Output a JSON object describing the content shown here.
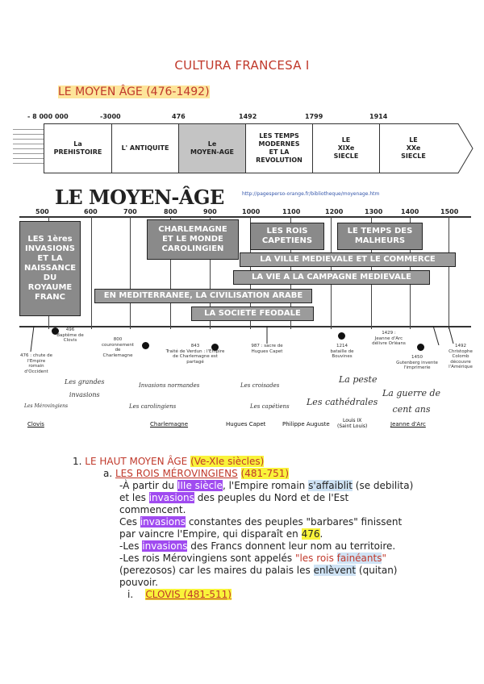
{
  "title": "CULTURA FRANCESA I",
  "subtitle": "LE MOYEN ÂGE (476-1492)",
  "timeline1": {
    "years": [
      "- 8 000 000",
      "-3000",
      "476",
      "1492",
      "1799",
      "1914"
    ],
    "periods": [
      "La\nPREHISTOIRE",
      "L' ANTIQUITE",
      "Le\nMOYEN-AGE",
      "LES TEMPS\nMODERNES\nET LA\nREVOLUTION",
      "LE\nXIXe\nSIECLE",
      "LE\nXXe\nSIECLE"
    ]
  },
  "moyen_age": {
    "heading": "LE MOYEN-ÂGE",
    "url": "http://pagesperso-orange.fr/bibliotheque/moyenage.htm",
    "years": [
      "500",
      "600",
      "700",
      "800",
      "900",
      "1000",
      "1100",
      "1200",
      "1300",
      "1400",
      "1500"
    ],
    "events": {
      "invasions": "LES 1ères\nINVASIONS\nET LA\nNAISSANCE\nDU\nROYAUME\nFRANC",
      "charlemagne": "CHARLEMAGNE\nET LE MONDE\nCAROLINGIEN",
      "capetiens": "LES ROIS\nCAPETIENS",
      "malheurs": "LE TEMPS DES\nMALHEURS",
      "ville": "LA VILLE MEDIEVALE ET LE COMMERCE",
      "campagne": "LA VIE A LA CAMPAGNE MEDIEVALE",
      "mediterranee": "EN MEDITERRANEE, LA CIVILISATION ARABE",
      "feodale": "LA SOCIETE FEODALE"
    },
    "annotations": {
      "a476": "476 : chute de\nl'Empire\nromain\nd'Occident",
      "a496": "496\nBaptême de\nClovis",
      "a800": "800\ncouronnement\nde\nCharlemagne",
      "a843": "843\nTraité de Verdun : l'Empire\nde Charlemagne est\npartagé",
      "a987": "987 : sacre de\nHugues Capet",
      "a1214": "1214\nbataille de\nBouvines",
      "a1429": "1429 :\nJeanne d'Arc\ndélivre Orléans",
      "a1450": "1450\nGutenberg invente\nl'imprimerie",
      "a1492": "1492\nChristophe\nColomb\ndécouvre\nl'Amérique"
    },
    "hand": {
      "grandes_invasions": "Les grandes\ninvasions",
      "merovingiens": "Les Mérovingiens",
      "invasions_normandes": "Invasions normandes",
      "carolingiens": "Les carolingiens",
      "croisades": "Les croisades",
      "capetiens": "Les capétiens",
      "peste": "La peste",
      "cathedrales": "Les cathédrales",
      "guerre": "La guerre de\ncent ans"
    },
    "names": [
      "Clovis",
      "Charlemagne",
      "Hugues Capet",
      "Philippe Auguste",
      "Louis IX\n(Saint Louis)",
      "Jeanne d'Arc"
    ]
  },
  "content": {
    "s1_num": "1.",
    "s1_title": "LE HAUT MOYEN ÂGE",
    "s1_range": "(Ve-XIe siècles)",
    "a_num": "a.",
    "a_title": "LES ROIS MÉROVINGIENS",
    "a_range": "(481-751)",
    "p1_a": "-À partir du ",
    "p1_b": "IIIe siècle",
    "p1_c": ", l'Empire romain ",
    "p1_d": "s'affaiblit",
    "p1_e": " (se debilita)",
    "p2_a": "et les ",
    "p2_b": "invasions",
    "p2_c": " des peuples du Nord et de l'Est",
    "p3": "commencent.",
    "p4_a": "Ces ",
    "p4_b": "invasions",
    "p4_c": " constantes des peuples \"barbares\" finissent",
    "p5_a": "par vaincre l'Empire, qui disparaît en ",
    "p5_b": "476",
    "p5_c": ".",
    "p6_a": "-Les ",
    "p6_b": "invasions",
    "p6_c": " des Francs donnent leur nom au territoire.",
    "p7_a": "-Les rois Mérovingiens sont appelés ",
    "p7_b": "\"les rois ",
    "p7_c": "fainéants",
    "p7_d": "\"",
    "p8_a": "(perezosos) car les maires du palais les ",
    "p8_b": "enlèvent",
    "p8_c": " (quitan)",
    "p9": "pouvoir.",
    "i_num": "i.",
    "i_title": "CLOVIS (481-511)"
  }
}
